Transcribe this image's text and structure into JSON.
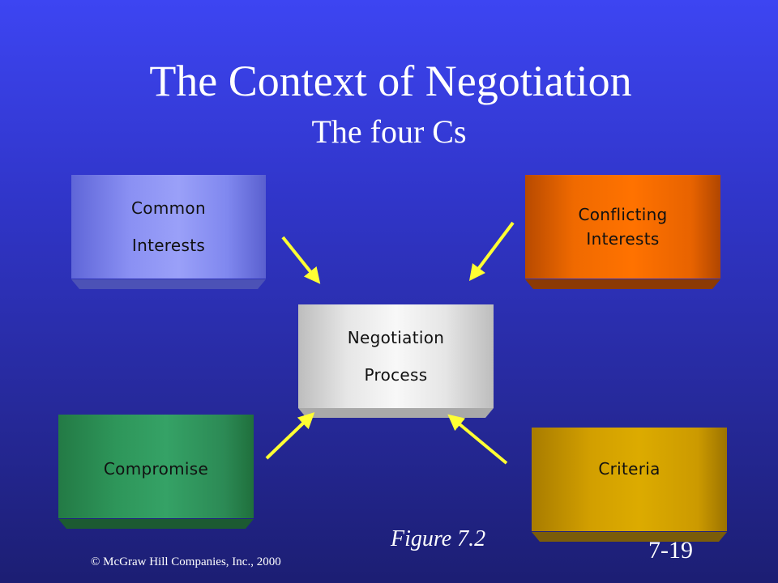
{
  "slide": {
    "title": "The Context of Negotiation",
    "subtitle": "The four Cs",
    "figure_label": "Figure 7.2",
    "page_number": "7-19",
    "copyright": "© McGraw Hill Companies, Inc., 2000"
  },
  "boxes": {
    "common": {
      "lines": [
        "Common",
        "Interests"
      ],
      "color": "#8a90f3"
    },
    "conflicting": {
      "lines": [
        "Conflicting",
        "Interests"
      ],
      "color": "#ff7200"
    },
    "negotiation": {
      "lines": [
        "Negotiation",
        "Process"
      ],
      "color": "#f0f0f0"
    },
    "compromise": {
      "lines": [
        "Compromise"
      ],
      "color": "#2e965a"
    },
    "criteria": {
      "lines": [
        "Criteria"
      ],
      "color": "#d29f00"
    }
  },
  "arrows": {
    "color": "#ffff33",
    "connections": [
      {
        "from": "Common Interests",
        "to": "Negotiation Process"
      },
      {
        "from": "Conflicting Interests",
        "to": "Negotiation Process"
      },
      {
        "from": "Compromise",
        "to": "Negotiation Process"
      },
      {
        "from": "Criteria",
        "to": "Negotiation Process"
      }
    ]
  }
}
